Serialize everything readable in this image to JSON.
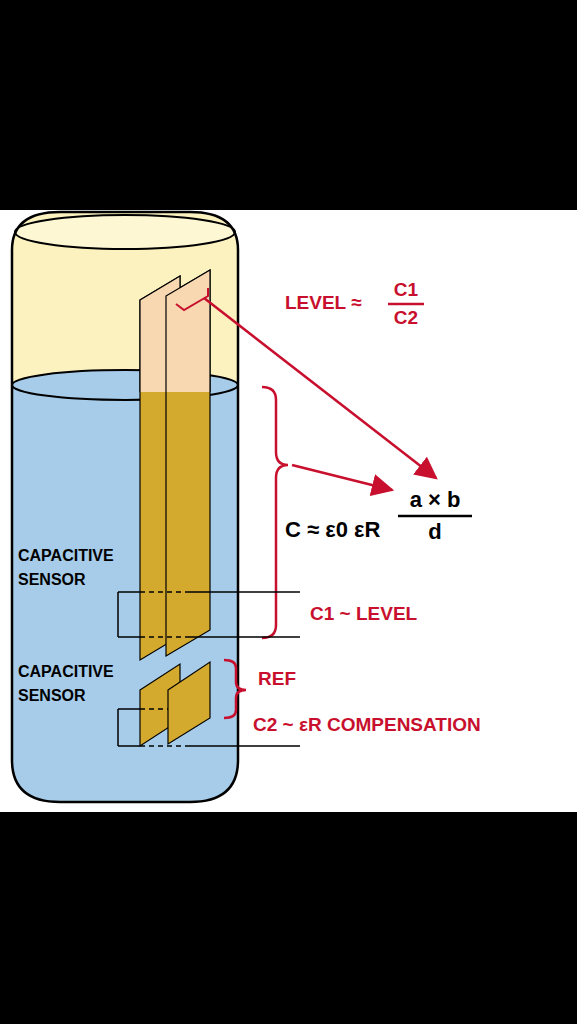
{
  "diagram": {
    "labels": [
      "LEVEL ≈",
      "C1",
      "C2",
      "C ≈ ε0 εR",
      "a × b",
      "d",
      "CAPACITIVE SENSOR",
      "C1 ~ LEVEL",
      "REF",
      "CAPACITIVE SENSOR",
      "C2 ~ εR COMPENSATION"
    ]
  }
}
